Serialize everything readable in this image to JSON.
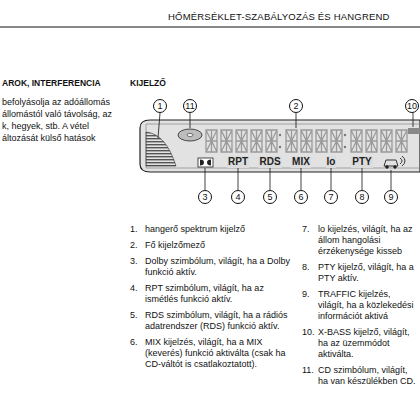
{
  "diagram": {
    "labels": [
      "HŐMÉRSÉKLET-SZABÁLYOZÁS ÉS HANGREND",
      "AROK, INTERFERENCIA",
      "befolyásolja az adóállomás",
      "állomástól való távolság, az",
      "k, hegyek, stb. A vétel",
      "áltozását külső hatások",
      "KIJELZŐ",
      "1",
      "11",
      "2",
      "10",
      "3",
      "4",
      "5",
      "6",
      "7",
      "8",
      "9",
      "RPT",
      "RDS",
      "MIX",
      "lo",
      "PTY",
      "1.",
      "hangerő spektrum kijelző",
      "2.",
      "Fő kijelzőmező",
      "3.",
      "Dolby szimbólum, világít, ha a Dolby funkció aktív.",
      "4.",
      "RPT szimbólum, világít, ha az ismétlés funkció aktív.",
      "5.",
      "RDS szimbólum, világít, ha a rádiós adatrendszer (RDS) funkció aktív.",
      "6.",
      "MIX kijelzés, világít, ha a MIX (keverés) funkció aktiválta (csak ha CD-váltót is csatlakoztatott).",
      "7.",
      "lo kijelzés, világít, ha az állom hangolási érzékenysége kisseb",
      "8.",
      "PTY kijelző, világít, ha a PTY aktív.",
      "9.",
      "TRAFFIC kijelzés, világít, ha a közlekedési információt aktivá",
      "10.",
      "X-BASS kijelző, világít, ha az üzemmódot aktiválta.",
      "11.",
      "CD szimbólum, világít, ha van készülékben CD."
    ]
  }
}
